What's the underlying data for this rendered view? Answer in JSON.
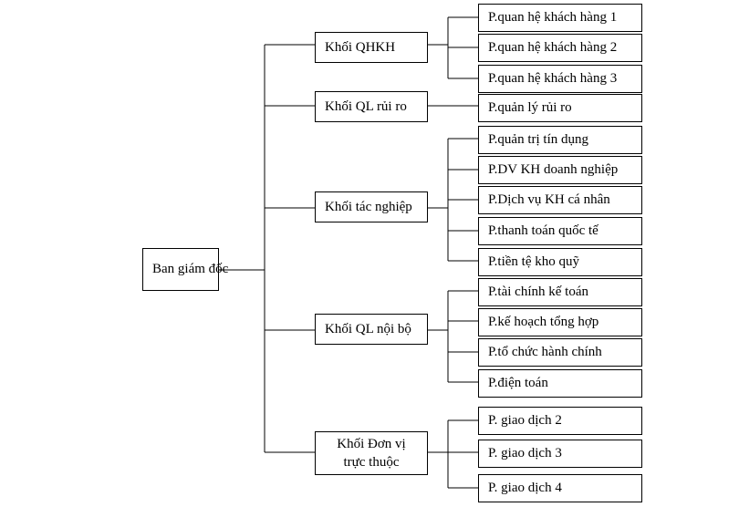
{
  "root": {
    "label": "Ban giám đốc"
  },
  "blocks": [
    {
      "label": "Khối QHKH",
      "departments": [
        "P.quan hệ khách hàng 1",
        "P.quan hệ khách hàng 2",
        "P.quan hệ khách hàng 3"
      ]
    },
    {
      "label": "Khối QL rủi ro",
      "departments": [
        "P.quản lý rủi ro"
      ]
    },
    {
      "label": "Khối tác nghiệp",
      "departments": [
        "P.quản trị tín dụng",
        "P.DV KH doanh nghiệp",
        "P.Dịch vụ KH cá nhân",
        "P.thanh toán quốc tế",
        "P.tiền tệ kho quỹ"
      ]
    },
    {
      "label": "Khối QL nội bộ",
      "departments": [
        "P.tài chính kế toán",
        "P.kế hoạch tổng hợp",
        "P.tổ chức hành chính",
        "P.điện toán"
      ]
    },
    {
      "label": "Khối Đơn vị trực thuộc",
      "departments": [
        "P. giao dịch 2",
        "P. giao dịch 3",
        "P. giao dịch 4"
      ]
    }
  ]
}
